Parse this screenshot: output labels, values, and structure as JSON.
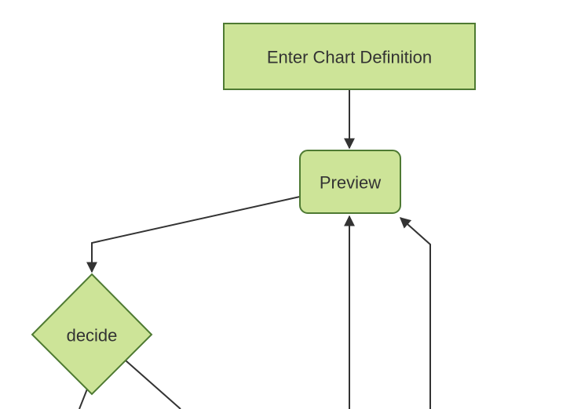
{
  "colors": {
    "background": "#ffffff",
    "node_fill": "#cde498",
    "node_border": "#4e7a32",
    "edge_line": "#333333",
    "arrowhead": "#333333",
    "label_text": "#333333"
  },
  "diagram": {
    "type": "flowchart",
    "direction": "top-down",
    "nodes": [
      {
        "id": "A",
        "label": "Enter Chart Definition",
        "shape": "rectangle"
      },
      {
        "id": "B",
        "label": "Preview",
        "shape": "rounded-rectangle"
      },
      {
        "id": "C",
        "label": "decide",
        "shape": "diamond"
      }
    ],
    "edges": [
      {
        "from": "A",
        "to": "B",
        "arrowhead": true
      },
      {
        "from": "B",
        "to": "C",
        "arrowhead": true
      },
      {
        "from": "C",
        "to": "offscreen-bottom-left",
        "arrowhead": false
      },
      {
        "from": "C",
        "to": "offscreen-bottom-right",
        "arrowhead": false
      },
      {
        "from": "offscreen-bottom-1",
        "to": "B",
        "arrowhead": true
      },
      {
        "from": "offscreen-bottom-2",
        "to": "B",
        "arrowhead": true
      }
    ]
  }
}
